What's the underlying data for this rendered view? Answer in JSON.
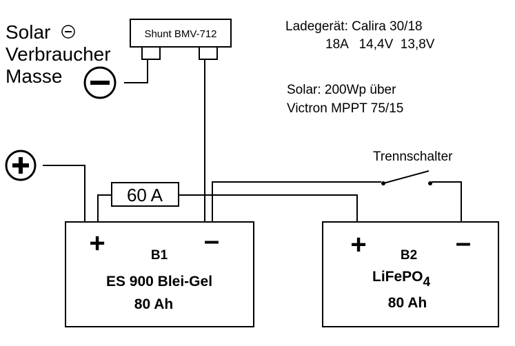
{
  "labels": {
    "solar": "Solar",
    "verbraucher": "Verbraucher",
    "masse": "Masse",
    "shunt": "Shunt BMV-712",
    "charger_line1": "Ladegerät: Calira 30/18",
    "charger_line2": "18A   14,4V  13,8V",
    "solar_info_line1": "Solar: 200Wp über",
    "solar_info_line2": "Victron MPPT 75/15",
    "trennschalter": "Trennschalter",
    "fuse": "60 A"
  },
  "battery1": {
    "name": "B1",
    "type": "ES 900 Blei-Gel",
    "capacity": "80 Ah",
    "plus": "+",
    "minus": "–"
  },
  "battery2": {
    "name": "B2",
    "type": "LiFePO",
    "type_sub": "4",
    "capacity": "80 Ah",
    "plus": "+",
    "minus": "–"
  },
  "colors": {
    "line": "#000000",
    "background": "#ffffff"
  },
  "icons": [
    "minus-circle-icon",
    "plus-circle-icon"
  ]
}
